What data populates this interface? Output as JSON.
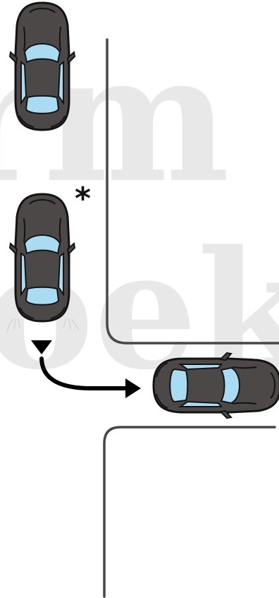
{
  "diagram": {
    "marker_symbol": "*",
    "watermark_word_1": "rm",
    "watermark_word_2": "oek",
    "colors": {
      "car_body": "#4d4848",
      "car_outline": "#141212",
      "car_glass": "#a9dcf2",
      "road_edge": "#4a4547",
      "arrow": "#000000",
      "watermark": "#e8e8e8"
    },
    "cars": [
      {
        "name": "parked-car",
        "heading": "up"
      },
      {
        "name": "turning-car",
        "heading": "up",
        "marked": true
      },
      {
        "name": "car-in-cross-street",
        "heading": "right"
      }
    ],
    "icons": [
      "car-icon",
      "star-marker-icon",
      "triangle-marker-icon",
      "curved-arrow-icon"
    ]
  }
}
